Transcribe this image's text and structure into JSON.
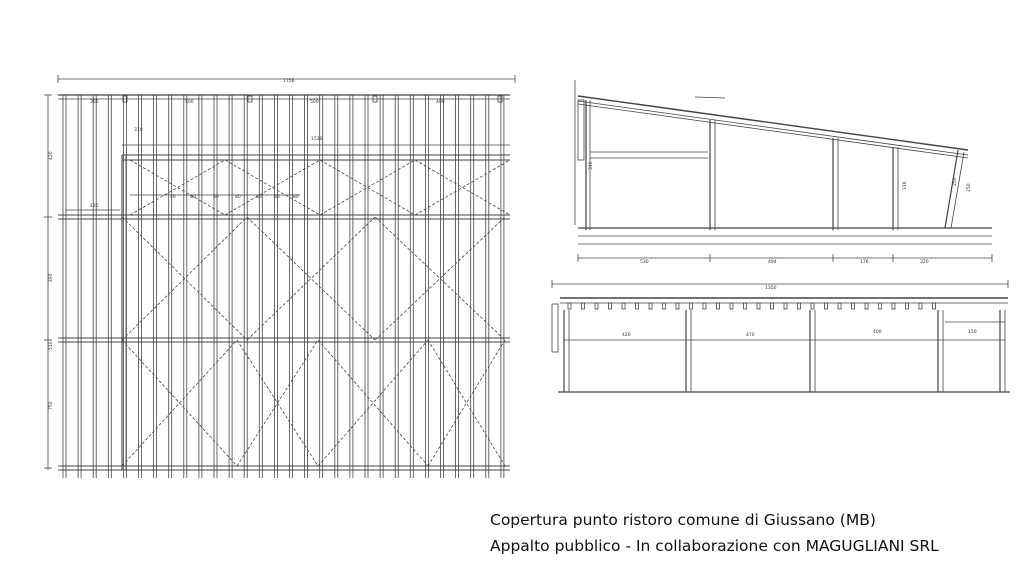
{
  "caption": {
    "line1": "Copertura punto ristoro comune di Giussano (MB)",
    "line2": "Appalto  pubblico - In collaborazione con MAGUGLIANI SRL"
  },
  "plan_view": {
    "overall_width_label": "1756",
    "top_dims": [
      "356",
      "500",
      "500",
      "400"
    ],
    "inner_width_label": "1530",
    "left_dims": [
      "420",
      "495",
      "510",
      "750"
    ],
    "bracing_dims": [
      "40",
      "80",
      "80",
      "80",
      "80",
      "80",
      "80"
    ],
    "bracket_dim": "120",
    "small_dim": "310"
  },
  "side_section": {
    "bottom_dims": [
      "530",
      "494",
      "176",
      "320"
    ],
    "heights": [
      "310",
      "318",
      "250",
      "250"
    ]
  },
  "front_elevation": {
    "overall_width_label": "1350",
    "span_dims": [
      "420",
      "470",
      "400",
      "150"
    ]
  },
  "colors": {
    "line": "#333333",
    "background": "#ffffff"
  }
}
